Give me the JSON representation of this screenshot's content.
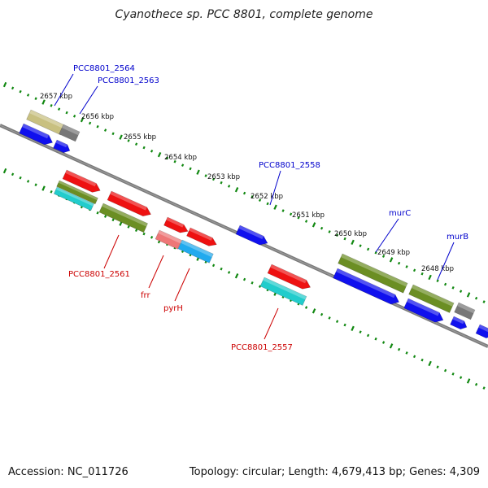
{
  "title": "Cyanothece sp. PCC 8801, complete genome",
  "footer": {
    "accession": "Accession: NC_011726",
    "summary": "Topology: circular; Length: 4,679,413 bp; Genes: 4,309"
  },
  "ticks": [
    "2657 kbp",
    "2656 kbp",
    "2655 kbp",
    "2654 kbp",
    "2653 kbp",
    "2652 kbp",
    "2651 kbp",
    "2650 kbp",
    "2649 kbp",
    "2648 kbp"
  ],
  "gene_labels_upper": [
    "PCC8801_2564",
    "PCC8801_2563",
    "PCC8801_2558",
    "murC",
    "murB"
  ],
  "gene_labels_lower": [
    "PCC8801_2561",
    "frr",
    "pyrH",
    "PCC8801_2557"
  ],
  "colors": {
    "backbone": "#808080",
    "dots": "#118811",
    "label_blue": "#0000cc",
    "label_red": "#cc0000",
    "blue": "#1010ee",
    "red": "#ee1111",
    "olive": "#6b8e23",
    "khaki": "#c8c080",
    "gray": "#777777",
    "cyan": "#22cccc",
    "salmon": "#ee7777",
    "skyblue": "#22aaee"
  }
}
